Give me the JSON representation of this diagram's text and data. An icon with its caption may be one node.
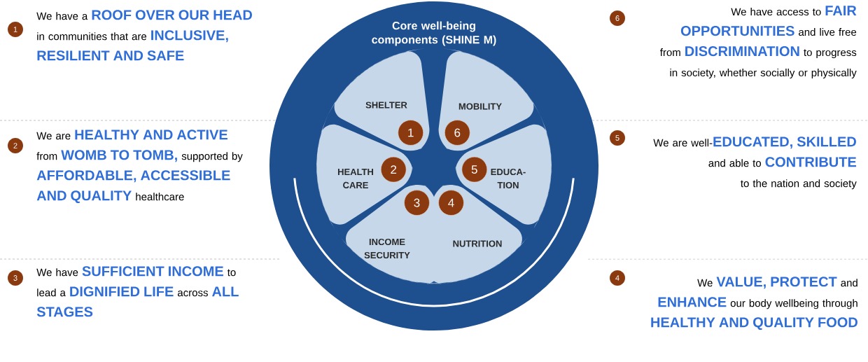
{
  "diagram": {
    "nodes": [
      {
        "text": [
          "Core well-being components (SHINE M)"
        ]
      },
      {
        "text": [
          "SHELTER"
        ],
        "in": 0
      },
      {
        "text": [
          "MOBILITY"
        ],
        "in": 0
      },
      {
        "text": [
          "HEALTH CARE"
        ],
        "in": 0
      },
      {
        "text": [
          "EDUCA- TION"
        ],
        "in": 0
      },
      {
        "text": [
          "INCOME SECURITY"
        ],
        "in": 0
      },
      {
        "text": [
          "NUTRITION"
        ],
        "in": 0
      },
      {
        "text": [
          "1"
        ],
        "in": 1
      },
      {
        "text": [
          "6"
        ],
        "in": 2
      },
      {
        "text": [
          "2"
        ],
        "in": 3
      },
      {
        "text": [
          "5"
        ],
        "in": 4
      },
      {
        "text": [
          "3"
        ],
        "in": 5
      },
      {
        "text": [
          "4"
        ],
        "in": 6
      },
      {
        "text": [
          "1"
        ],
        "beside": [
          "We have a **ROOF OVER OUR HEAD** in communities that are **INCLUSIVE, RESILIENT AND SAFE**"
        ]
      },
      {
        "text": [
          "6"
        ],
        "beside": [
          "We have access to **FAIR OPPORTUNITIES** and live free from **DISCRIMINATION** to progress in society, whether socially or physically"
        ]
      },
      {
        "text": [
          "2"
        ],
        "beside": [
          "We are **HEALTHY AND ACTIVE** from **WOMB TO TOMB,** supported by **AFFORDABLE, ACCESSIBLE AND QUALITY** healthcare"
        ]
      },
      {
        "text": [
          "5"
        ],
        "beside": [
          "We are well-**EDUCATED, SKILLED** and able to **CONTRIBUTE** to the nation and society"
        ]
      },
      {
        "text": [
          "3"
        ],
        "beside": [
          "We have **SUFFICIENT INCOME** to lead a **DIGNIFIED LIFE** across **ALL STAGES**"
        ]
      },
      {
        "text": [
          "4"
        ],
        "beside": [
          "We **VALUE, PROTECT** and **ENHANCE** our body wellbeing through **HEALTHY AND QUALITY FOOD**"
        ]
      }
    ]
  }
}
